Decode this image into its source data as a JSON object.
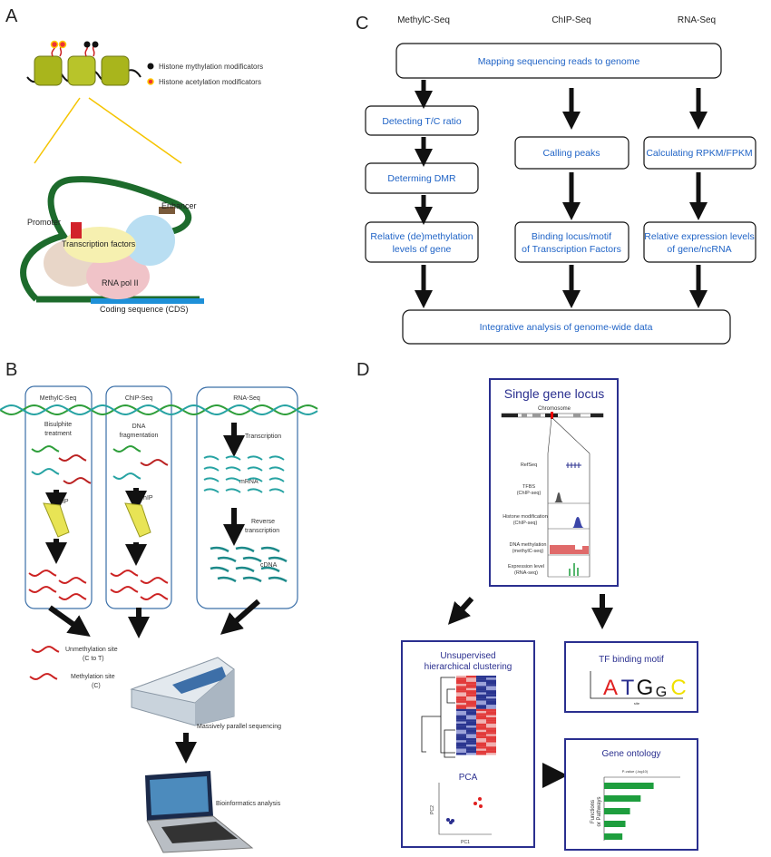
{
  "panels": {
    "a": {
      "label": "A",
      "legend": [
        "Histone mythylation modificators",
        "Histone acetylation modificators"
      ],
      "labels": {
        "promoter": "Promoter",
        "enhancer": "Enhancer",
        "tf": "Transcription factors",
        "pol": "RNA pol II",
        "cds": "Coding sequence (CDS)"
      }
    },
    "b": {
      "label": "B",
      "columns": [
        "MethylC-Seq",
        "ChIP-Seq",
        "RNA-Seq"
      ],
      "steps": {
        "bisulphite": [
          "Bisulphite",
          "treatment"
        ],
        "fragmentation": [
          "DNA",
          "fragmentation"
        ],
        "chip": "ChIP",
        "transcription": "Transcription",
        "mrna": "mRNA",
        "reverse": [
          "Reverse",
          "transcription"
        ],
        "cdna": "cDNA"
      },
      "legend": {
        "unmeth": [
          "Unmethylation site",
          "(C to T)"
        ],
        "meth": [
          "Methylation site",
          "(C)"
        ]
      },
      "sequencing": "Massively parallel sequencing",
      "bioinformatics": "Bioinformatics analysis"
    },
    "c": {
      "label": "C",
      "columns": [
        "MethylC-Seq",
        "ChIP-Seq",
        "RNA-Seq"
      ],
      "mapping": "Mapping sequencing reads to genome",
      "methyl": [
        "Detecting T/C ratio",
        "Determing DMR",
        "Relative (de)methylation",
        "levels of gene"
      ],
      "chip": [
        "Calling peaks",
        "Binding locus/motif",
        "of Transcription Factors"
      ],
      "rna": [
        "Calculating RPKM/FPKM",
        "Relative expression levels",
        "of gene/ncRNA"
      ],
      "integrative": "Integrative analysis of genome-wide data",
      "text_color": "#1f63c6"
    },
    "d": {
      "label": "D",
      "locus": {
        "title": "Single gene locus",
        "chromosome": "Chromosome",
        "tracks": [
          [
            "RefSeq"
          ],
          [
            "TFBS",
            "(ChIP-seq)"
          ],
          [
            "Histone modification",
            "(ChIP-seq)"
          ],
          [
            "DNA methylation",
            "(methylC-seq)"
          ],
          [
            "Expression level",
            "(RNA-seq)"
          ]
        ]
      },
      "clustering": {
        "title": [
          "Unsupervised",
          "hierarchical clustering"
        ],
        "pca_title": "PCA",
        "pca_x": "PC1",
        "pca_y": "PC2"
      },
      "motif": {
        "title": "TF binding motif",
        "letters": [
          "A",
          "T",
          "G",
          "G",
          "C"
        ],
        "xlabel": "site"
      },
      "ontology": {
        "title": "Gene ontology",
        "xlabel": "P-value (-log10)",
        "ylabel": [
          "Functions",
          "or Pathways"
        ],
        "xlim": [
          0,
          10
        ],
        "values": [
          6.5,
          4.8,
          3.4,
          2.8,
          2.4
        ],
        "bar_color": "#1e9e3e"
      },
      "title_color": "#2a2f8f"
    }
  }
}
